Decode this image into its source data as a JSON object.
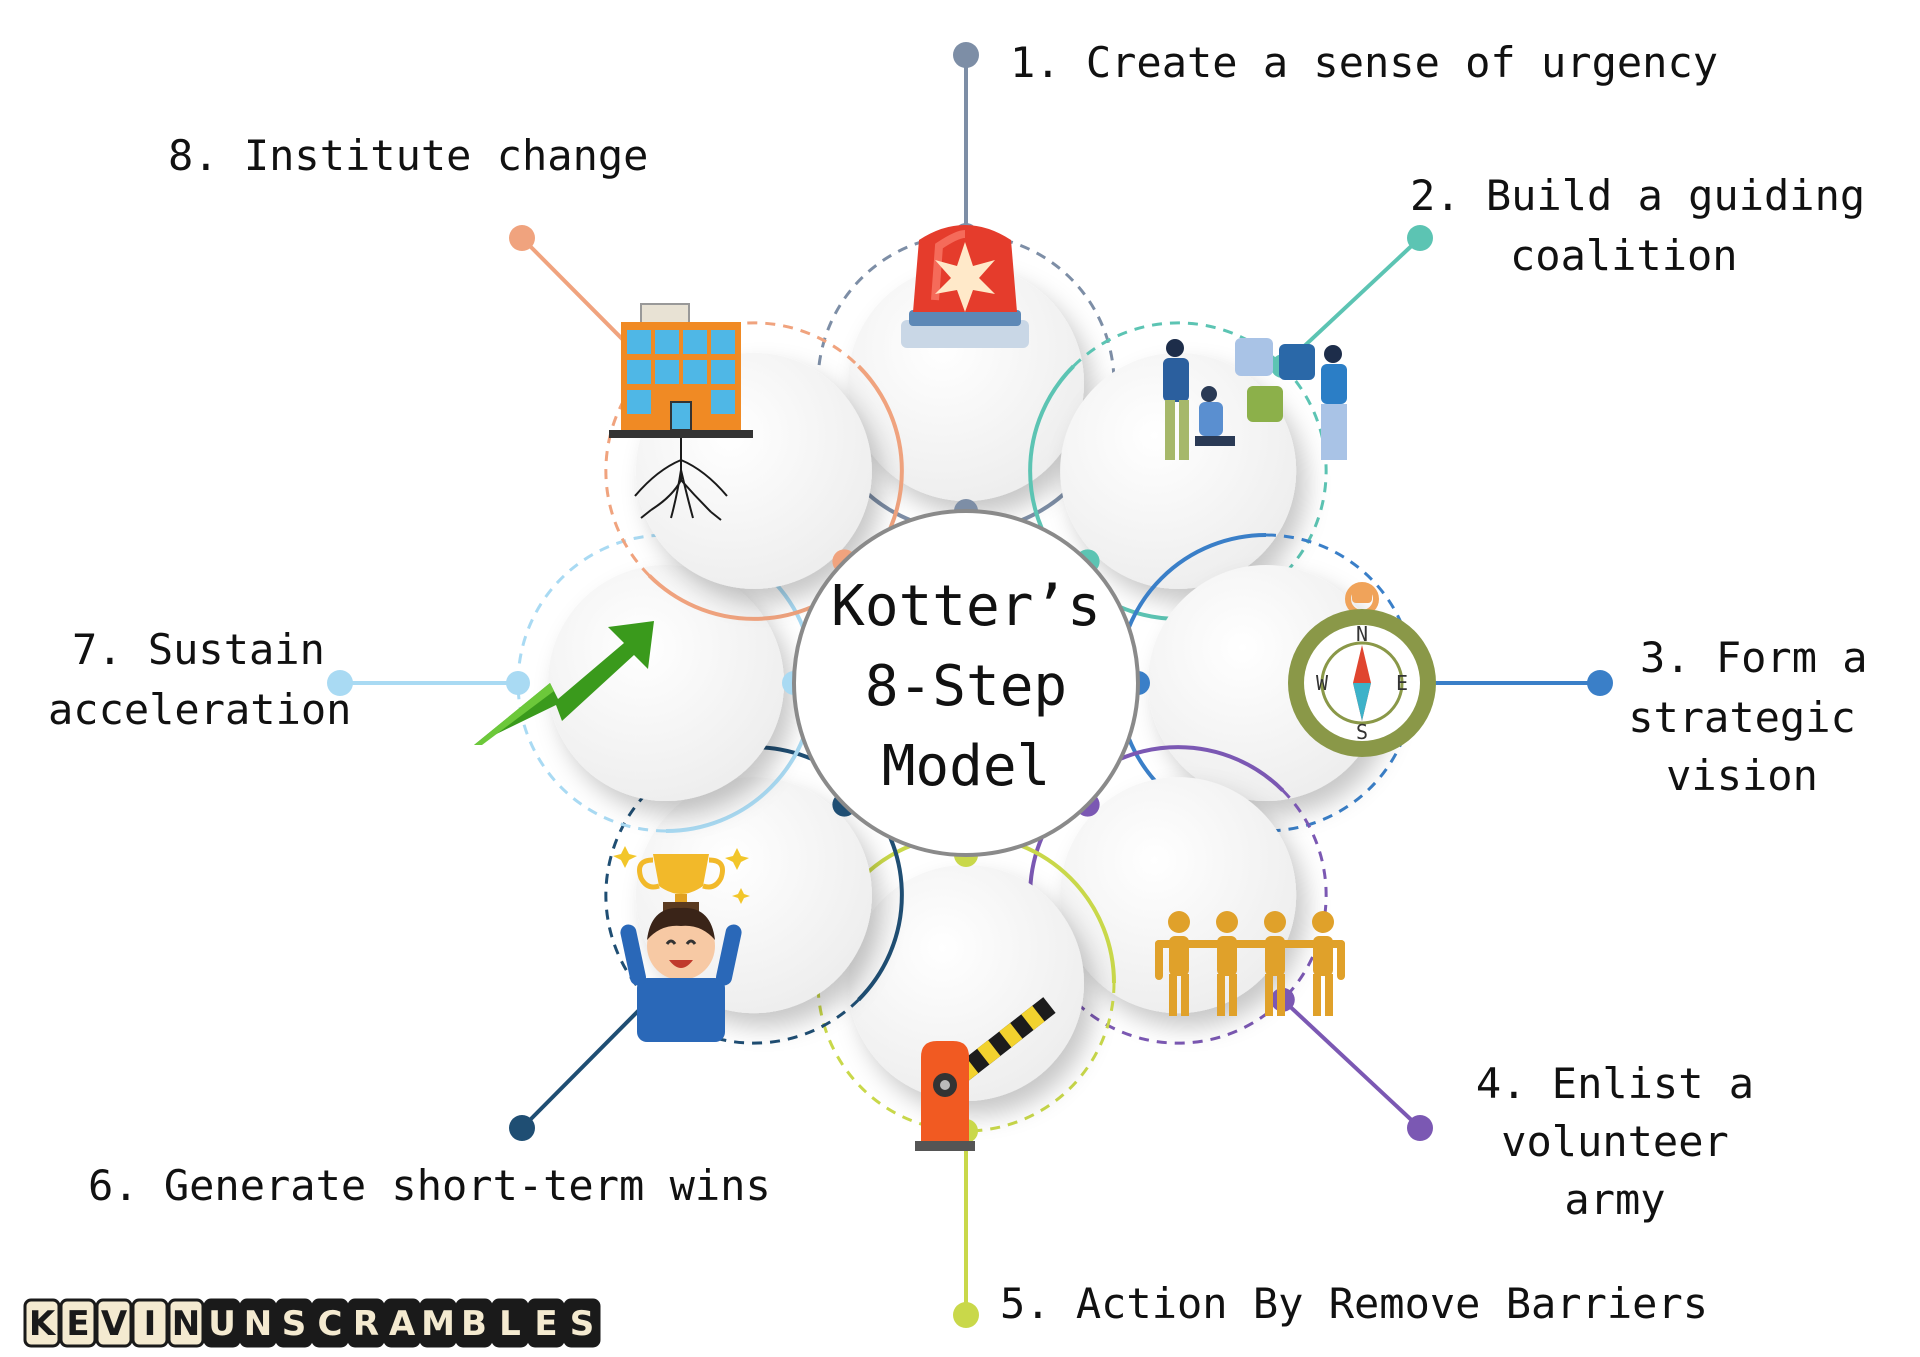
{
  "center": {
    "title_lines": [
      "Kotter’s",
      "8-Step",
      "Model"
    ]
  },
  "steps": [
    {
      "id": 1,
      "lines": [
        "1. Create a sense of urgency"
      ],
      "color": "#7d8ea6",
      "icon": "siren-icon"
    },
    {
      "id": 2,
      "lines": [
        "2. Build a guiding",
        "coalition"
      ],
      "color": "#5cc4b3",
      "icon": "team-puzzle-icon"
    },
    {
      "id": 3,
      "lines": [
        "3. Form a",
        "strategic",
        "vision"
      ],
      "color": "#3a7fc8",
      "icon": "compass-icon"
    },
    {
      "id": 4,
      "lines": [
        "4. Enlist a",
        "volunteer",
        "army"
      ],
      "color": "#7b58b3",
      "icon": "people-chain-icon"
    },
    {
      "id": 5,
      "lines": [
        "5. Action By Remove Barriers"
      ],
      "color": "#c9d84a",
      "icon": "barrier-gate-icon"
    },
    {
      "id": 6,
      "lines": [
        "6. Generate short-term wins"
      ],
      "color": "#1f4e73",
      "icon": "trophy-winner-icon"
    },
    {
      "id": 7,
      "lines": [
        "7. Sustain",
        "acceleration"
      ],
      "color": "#a9daf3",
      "icon": "growth-arrow-icon"
    },
    {
      "id": 8,
      "lines": [
        "8. Institute change"
      ],
      "color": "#f0a37e",
      "icon": "rooted-building-icon"
    }
  ],
  "logo": {
    "word1": "KEVIN",
    "word2": "UNSCRAMBLES"
  }
}
